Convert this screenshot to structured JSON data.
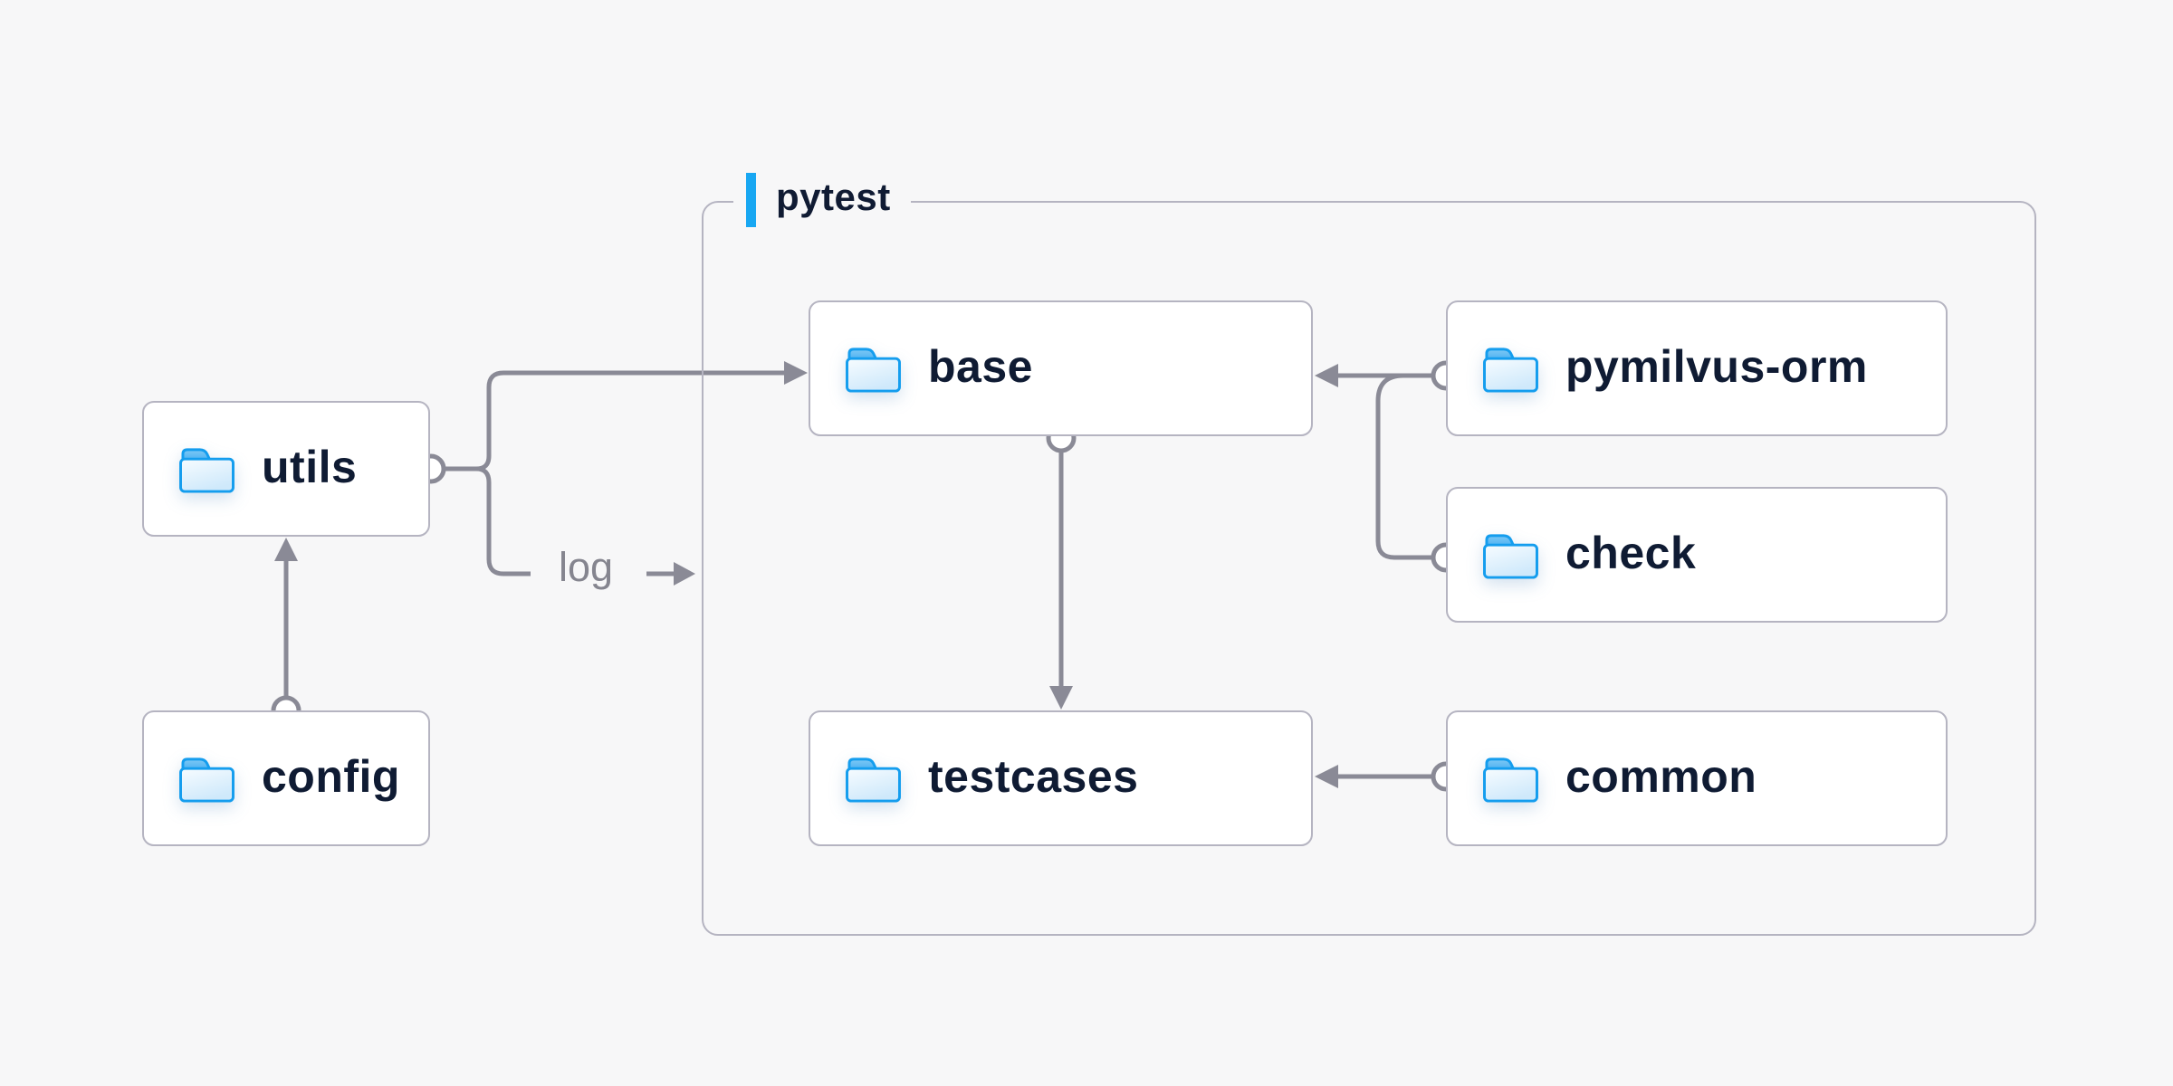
{
  "container": {
    "label": "pytest",
    "accent_color": "#18a7f2"
  },
  "nodes": {
    "utils": {
      "label": "utils"
    },
    "config": {
      "label": "config"
    },
    "base": {
      "label": "base"
    },
    "testcases": {
      "label": "testcases"
    },
    "pymilvus_orm": {
      "label": "pymilvus-orm"
    },
    "check": {
      "label": "check"
    },
    "common": {
      "label": "common"
    }
  },
  "edge_label": {
    "text": "log"
  },
  "edges": [
    {
      "from": "config",
      "to": "utils"
    },
    {
      "from": "utils",
      "to": "base"
    },
    {
      "from": "utils",
      "to": "pytest-container",
      "label": "log"
    },
    {
      "from": "base",
      "to": "testcases"
    },
    {
      "from": "pymilvus-orm",
      "to": "base"
    },
    {
      "from": "check",
      "to": "base"
    },
    {
      "from": "common",
      "to": "testcases"
    }
  ],
  "icons": {
    "folder": "folder-icon"
  },
  "colors": {
    "background": "#f7f7f8",
    "node_fill": "#ffffff",
    "node_border": "#b5b4c1",
    "text": "#0f1b33",
    "wire": "#8a8a96",
    "accent_blue": "#18a7f2",
    "folder_stroke": "#149dee",
    "folder_tab": "#4db0f0"
  }
}
